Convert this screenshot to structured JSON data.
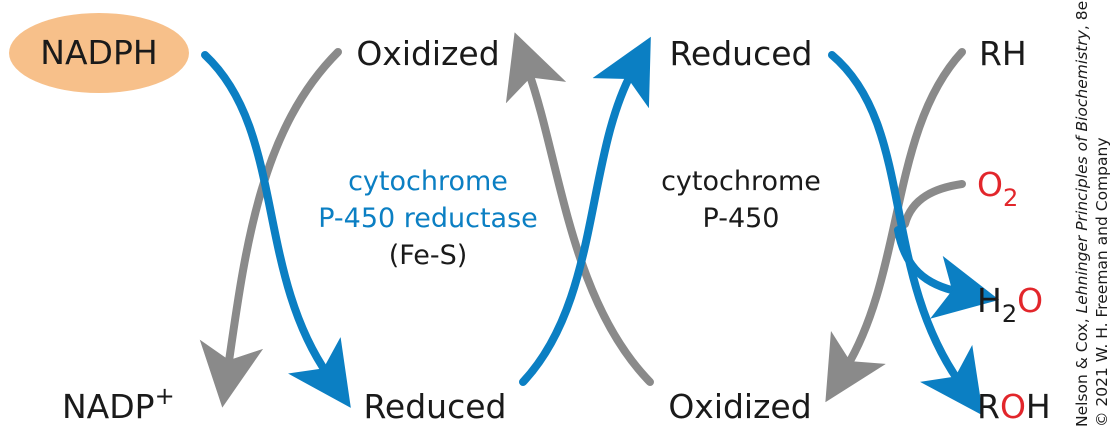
{
  "colors": {
    "blue_arrow": "#0b7fc3",
    "gray_arrow": "#8a8a8a",
    "nadph_fill": "#f7c08a",
    "oxygen_red": "#e2262b",
    "text": "#1a1a1a"
  },
  "labels": {
    "nadph": "NADPH",
    "nadp_base": "NADP",
    "nadp_sup": "+",
    "reductase_oxidized": "Oxidized",
    "reductase_reduced": "Reduced",
    "p450_reduced": "Reduced",
    "p450_oxidized": "Oxidized",
    "rh": "RH",
    "o2_base": "O",
    "o2_sub": "2",
    "h2o_h": "H",
    "h2o_sub": "2",
    "h2o_o": "O",
    "roh_r": "R",
    "roh_o": "O",
    "roh_h": "H"
  },
  "enzymes": {
    "reductase_line1": "cytochrome",
    "reductase_line2": "P-450 reductase",
    "reductase_line3": "(Fe-S)",
    "p450_line1": "cytochrome",
    "p450_line2": "P-450"
  },
  "credit": {
    "line1_prefix": "Nelson & Cox, ",
    "line1_title": "Lehninger Principles of Biochemistry",
    "line1_suffix": ", 8e,",
    "line2": "© 2021 W. H. Freeman and Company"
  },
  "arrows": [
    {
      "name": "nadph-to-nadp-arrow",
      "color": "blue"
    },
    {
      "name": "reductase-ox-to-red-arrow",
      "color": "gray"
    },
    {
      "name": "reductase-red-to-p450-red-arrow",
      "color": "blue"
    },
    {
      "name": "p450-ox-to-reductase-ox-arrow",
      "color": "gray"
    },
    {
      "name": "p450-red-to-p450-ox-arrow",
      "color": "blue"
    },
    {
      "name": "rh-to-roh-arrow",
      "color": "gray"
    },
    {
      "name": "o2-branch-arrow",
      "color": "gray"
    }
  ]
}
